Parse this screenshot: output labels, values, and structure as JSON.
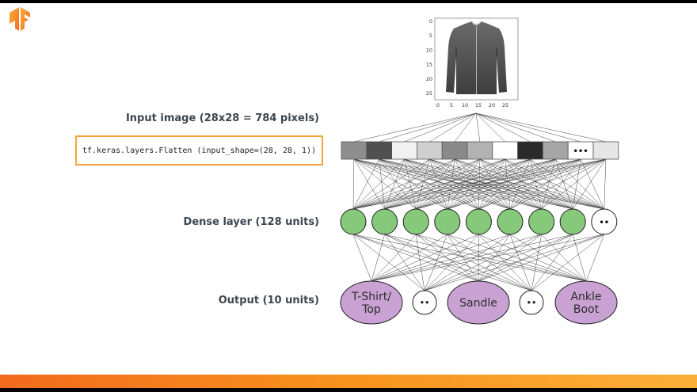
{
  "logo": {
    "name": "tensorflow-logo-icon",
    "colors": [
      "#f26b1d",
      "#fbb03b"
    ]
  },
  "labels": {
    "input": "Input image (28x28 = 784 pixels)",
    "dense": "Dense layer (128 units)",
    "output": "Output (10 units)"
  },
  "code": "tf.keras.layers.Flatten (input_shape=(28, 28, 1))",
  "image_plot": {
    "y_ticks": [
      "0",
      "5",
      "10",
      "15",
      "20",
      "25"
    ],
    "x_ticks": [
      "0",
      "5",
      "10",
      "15",
      "20",
      "25"
    ],
    "subject": "shirt-icon"
  },
  "pixel_cells": [
    {
      "shade": "#8e8e8e"
    },
    {
      "shade": "#505050"
    },
    {
      "shade": "#f2f2f2"
    },
    {
      "shade": "#cfcfcf"
    },
    {
      "shade": "#8a8a8a"
    },
    {
      "shade": "#b2b2b2"
    },
    {
      "shade": "#ffffff"
    },
    {
      "shade": "#2a2a2a"
    },
    {
      "shade": "#a6a6a6"
    },
    {
      "shade": "#ffffff",
      "text": "•••"
    },
    {
      "shade": "#e6e6e6"
    }
  ],
  "dense_nodes": [
    {
      "color": "#86c97a"
    },
    {
      "color": "#86c97a"
    },
    {
      "color": "#86c97a"
    },
    {
      "color": "#86c97a"
    },
    {
      "color": "#86c97a"
    },
    {
      "color": "#86c97a"
    },
    {
      "color": "#86c97a"
    },
    {
      "color": "#86c97a"
    },
    {
      "color": "#ffffff",
      "text": "••"
    }
  ],
  "output_nodes": [
    {
      "kind": "class",
      "text": [
        "T-Shirt/",
        "Top"
      ],
      "color": "#c9a2d3"
    },
    {
      "kind": "dots",
      "text": [
        "••"
      ],
      "color": "#ffffff"
    },
    {
      "kind": "class",
      "text": [
        "Sandle"
      ],
      "color": "#c9a2d3"
    },
    {
      "kind": "dots",
      "text": [
        "••"
      ],
      "color": "#ffffff"
    },
    {
      "kind": "class",
      "text": [
        "Ankle",
        "Boot"
      ],
      "color": "#c9a2d3"
    }
  ]
}
